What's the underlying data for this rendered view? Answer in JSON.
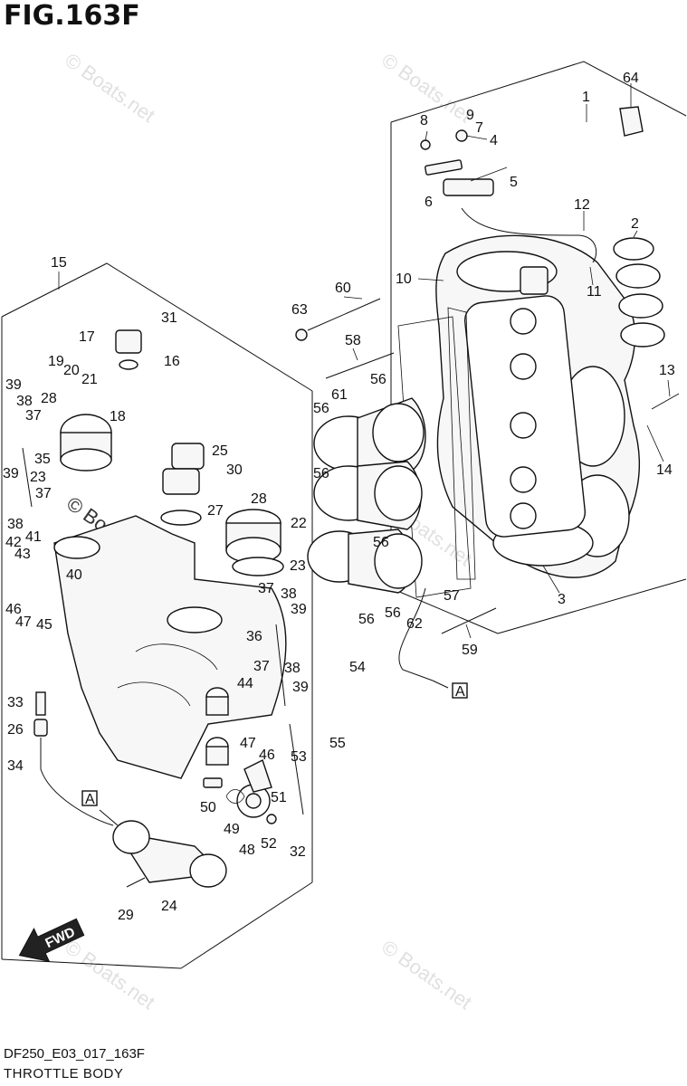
{
  "figure": {
    "title": "FIG.163F",
    "code": "DF250_E03_017_163F",
    "name": "THROTTLE BODY"
  },
  "watermark": "© Boats.net",
  "fwd_label": "FWD",
  "ref_marker": "A",
  "callouts": [
    "1",
    "2",
    "3",
    "4",
    "5",
    "6",
    "7",
    "8",
    "9",
    "10",
    "11",
    "12",
    "13",
    "14",
    "15",
    "16",
    "17",
    "18",
    "19",
    "20",
    "21",
    "22",
    "23",
    "24",
    "25",
    "26",
    "27",
    "28",
    "29",
    "30",
    "31",
    "32",
    "33",
    "34",
    "35",
    "36",
    "37",
    "38",
    "39",
    "40",
    "41",
    "42",
    "43",
    "44",
    "45",
    "46",
    "47",
    "48",
    "49",
    "50",
    "51",
    "52",
    "53",
    "54",
    "55",
    "56",
    "57",
    "58",
    "59",
    "60",
    "61",
    "62",
    "63",
    "64"
  ]
}
